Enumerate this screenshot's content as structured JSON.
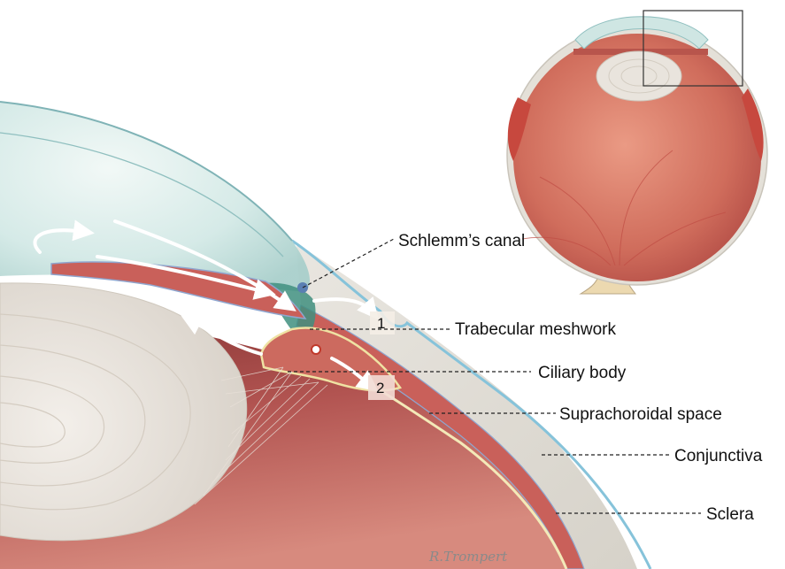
{
  "labels": {
    "schlemms_canal": "Schlemm’s canal",
    "trabecular_meshwork": "Trabecular meshwork",
    "ciliary_body": "Ciliary body",
    "suprachoroidal_space": "Suprachoroidal space",
    "conjunctiva": "Conjunctiva",
    "sclera": "Sclera"
  },
  "pathways": {
    "pathway_1": "1",
    "pathway_2": "2"
  },
  "signature": "R.Trompert",
  "colors": {
    "cornea": "#d6ecea",
    "iris": "#c9605a",
    "lens": "#eae6e0",
    "vitreous": "#b65450",
    "sclera": "#e6e2da",
    "conjunctiva": "#9fd0e0",
    "flow_arrow": "#ffffff"
  }
}
